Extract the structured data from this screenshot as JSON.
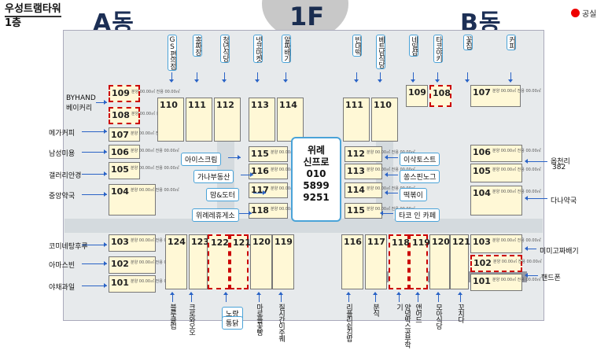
{
  "header": {
    "building": "우성트램타워",
    "floor_label": "1층",
    "floor": "1F"
  },
  "wings": {
    "a": "A동",
    "b": "B동"
  },
  "legend": {
    "color": "#e00000",
    "label": "공실"
  },
  "center_sign": {
    "lines": [
      "위례",
      "신프로",
      "010",
      "5899",
      "9251"
    ]
  },
  "units_a": [
    {
      "num": "109",
      "vac": true
    },
    {
      "num": "108",
      "vac": true
    },
    {
      "num": "107"
    },
    {
      "num": "106"
    },
    {
      "num": "105"
    },
    {
      "num": "104"
    },
    {
      "num": "103"
    },
    {
      "num": "102"
    },
    {
      "num": "101"
    },
    {
      "num": "110"
    },
    {
      "num": "111"
    },
    {
      "num": "112"
    },
    {
      "num": "113"
    },
    {
      "num": "114"
    },
    {
      "num": "115"
    },
    {
      "num": "116"
    },
    {
      "num": "117"
    },
    {
      "num": "118"
    },
    {
      "num": "124"
    },
    {
      "num": "123"
    },
    {
      "num": "122",
      "vac": true
    },
    {
      "num": "121",
      "vac": true
    },
    {
      "num": "120"
    },
    {
      "num": "119"
    }
  ],
  "units_b": [
    {
      "num": "111"
    },
    {
      "num": "110"
    },
    {
      "num": "109"
    },
    {
      "num": "108",
      "vac": true
    },
    {
      "num": "107"
    },
    {
      "num": "112"
    },
    {
      "num": "113"
    },
    {
      "num": "114"
    },
    {
      "num": "115"
    },
    {
      "num": "106"
    },
    {
      "num": "105"
    },
    {
      "num": "104"
    },
    {
      "num": "116"
    },
    {
      "num": "117"
    },
    {
      "num": "118",
      "vac": true
    },
    {
      "num": "119",
      "vac": true
    },
    {
      "num": "120"
    },
    {
      "num": "121"
    },
    {
      "num": "103"
    },
    {
      "num": "102",
      "vac": true
    },
    {
      "num": "101"
    }
  ],
  "unit_info": "분양 00.00㎡ 전용 00.00㎡",
  "tenants_top": [
    "GS편의점",
    "홍짜장",
    "청년식당",
    "넷코마켓",
    "알짜배기",
    "빈대떡",
    "베트남식당",
    "네일샵",
    "타코야키",
    "꽃집",
    "커피"
  ],
  "tenants_left": [
    "BYHAND 베이커리",
    "메가커피",
    "남성미용",
    "갤러리안경",
    "중앙약국",
    "코미네탕후루",
    "아마스빈",
    "야채과일"
  ],
  "tenants_right": [
    "옵천리 382",
    "다나약국",
    "미미고짜배기",
    "핸드폰"
  ],
  "tenants_center_a": [
    "아이스크림",
    "가나부동산",
    "맘&도터",
    "위례레휴게소"
  ],
  "tenants_center_b": [
    "이삭토스트",
    "쏭스핀노그",
    "떡볶이",
    "타코 인 카페"
  ],
  "tenants_bottom": [
    "블루클럽",
    "크로와오오",
    "노량통닭",
    "마로플꽃빵",
    "질시간이주퀘",
    "리플리쉽김밥",
    "분식",
    "양념박스공부학기",
    "앤어드",
    "모아식당",
    "꼬치다"
  ]
}
